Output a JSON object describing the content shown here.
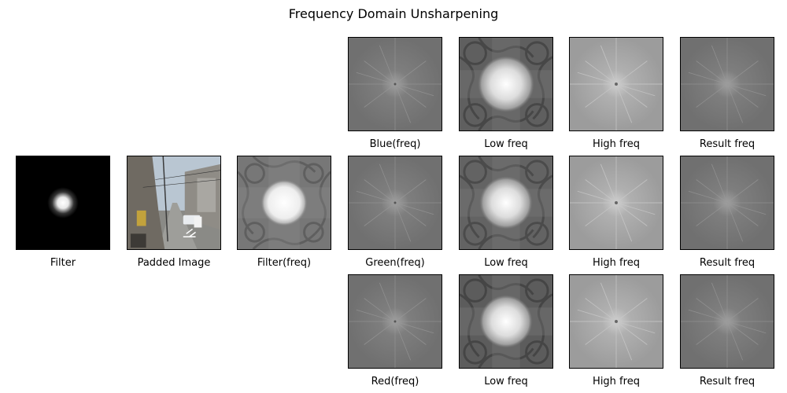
{
  "figure": {
    "title": "Frequency Domain Unsharpening"
  },
  "panels": {
    "filter": "Filter",
    "padded_image": "Padded Image",
    "filter_freq": "Filter(freq)",
    "blue": {
      "freq": "Blue(freq)",
      "low": "Low freq",
      "high": "High freq",
      "result": "Result freq"
    },
    "green": {
      "freq": "Green(freq)",
      "low": "Low freq",
      "high": "High freq",
      "result": "Result freq"
    },
    "red": {
      "freq": "Red(freq)",
      "low": "Low freq",
      "high": "High freq",
      "result": "Result freq"
    }
  },
  "colors": {
    "background": "#ffffff",
    "spectrum_gray": "#767676",
    "high_freq_gray": "#a8a8a8",
    "low_freq_gray": "#5f5f5f"
  }
}
